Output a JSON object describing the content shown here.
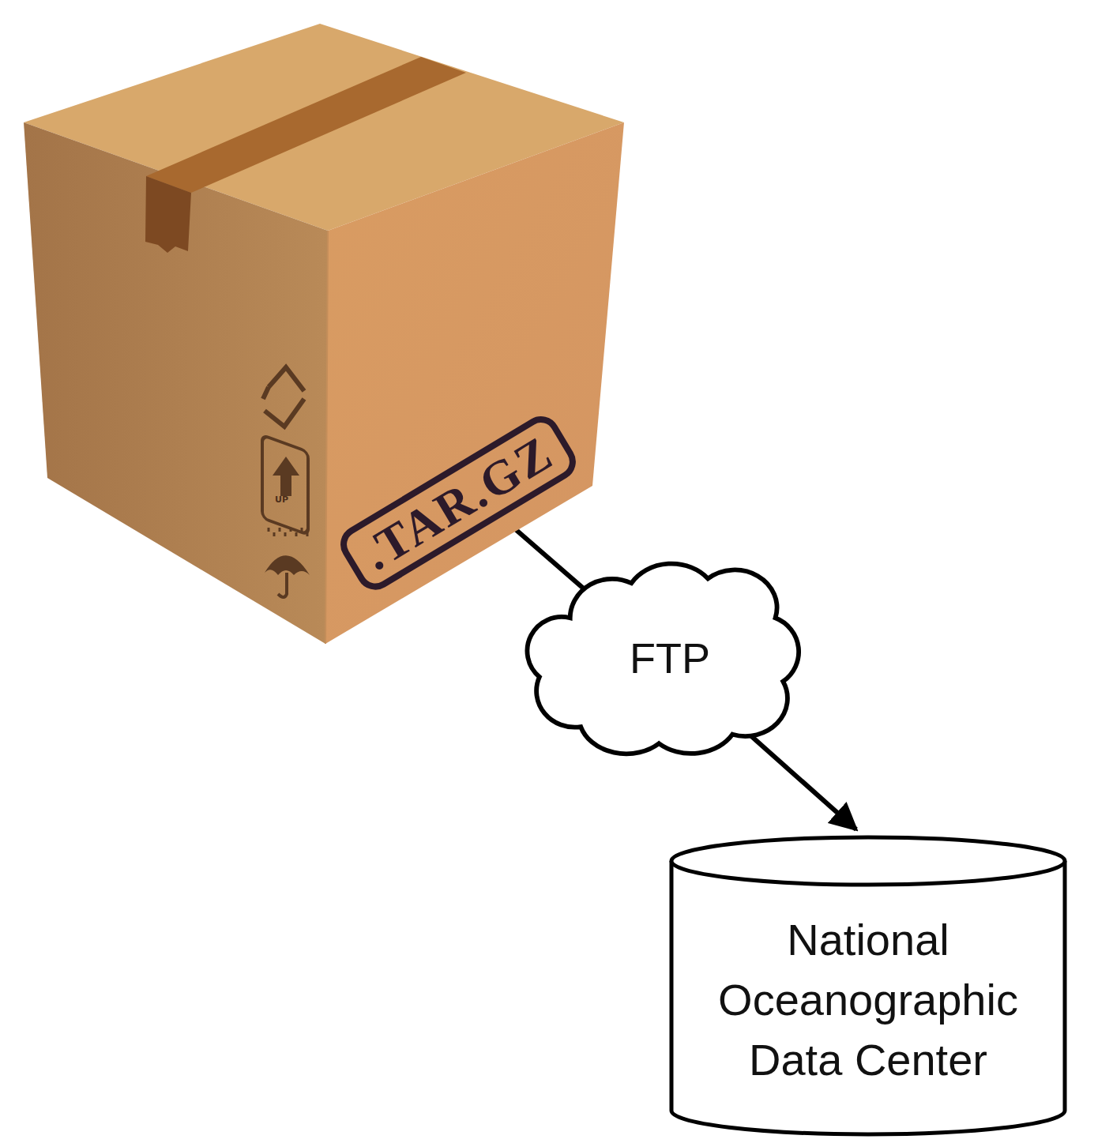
{
  "diagram": {
    "nodes": [
      {
        "text": [
          ".TAR.GZ"
        ]
      },
      {
        "text": [
          "FTP"
        ]
      },
      {
        "text": [
          "National Oceanographic Data Center"
        ]
      }
    ],
    "edges": [
      {
        "from": 0,
        "to": 1,
        "arrow": "none"
      },
      {
        "from": 1,
        "to": 2,
        "arrow": "to"
      }
    ],
    "labels": [
      "UP"
    ]
  }
}
